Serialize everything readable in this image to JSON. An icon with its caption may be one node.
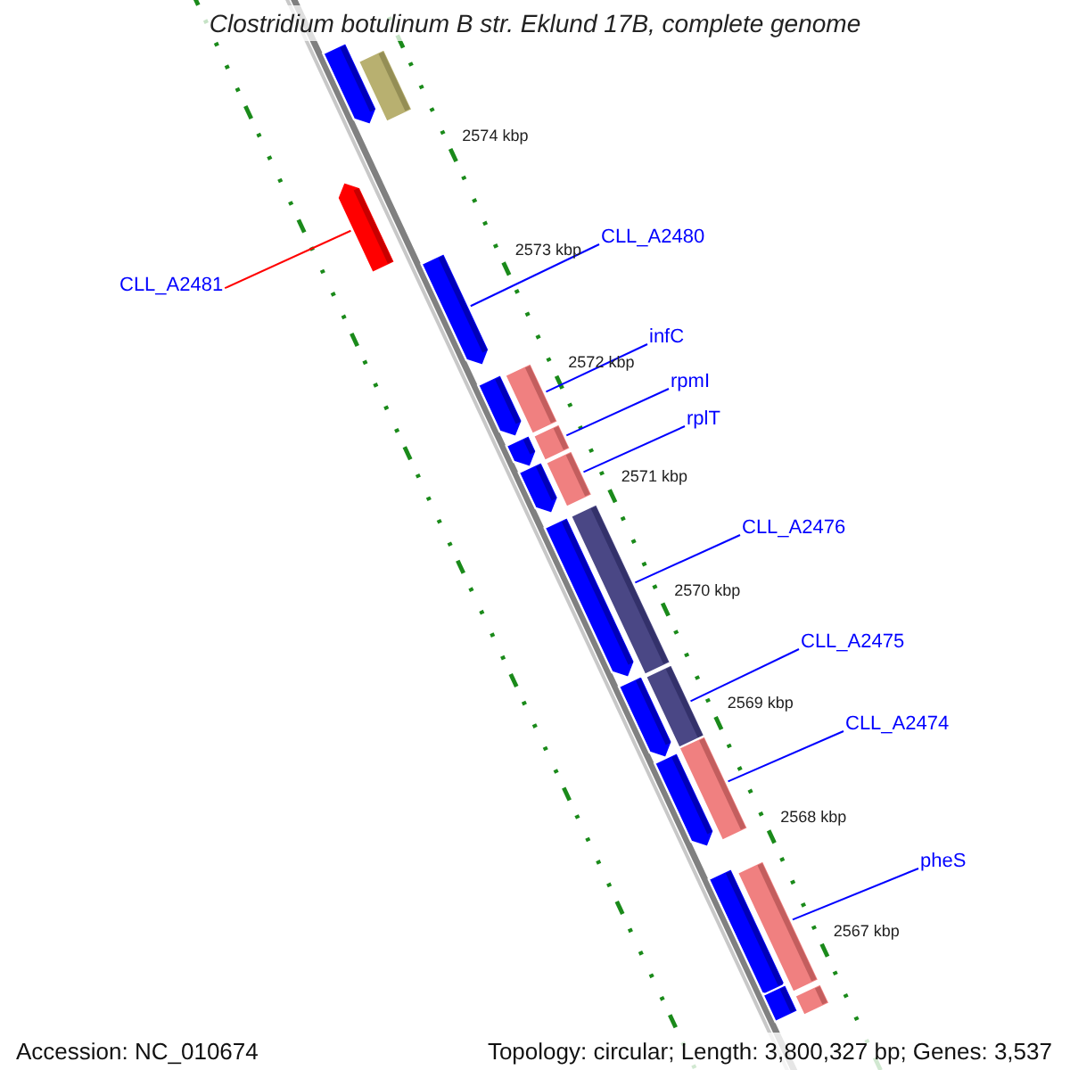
{
  "diagram": {
    "title": "Clostridium botulinum B str. Eklund 17B, complete genome",
    "nodes": [
      {
        "text": [
          "CLL_A2481"
        ]
      },
      {
        "text": [
          "CLL_A2480"
        ]
      },
      {
        "text": [
          "infC"
        ]
      },
      {
        "text": [
          "rpmI"
        ]
      },
      {
        "text": [
          "rplT"
        ]
      },
      {
        "text": [
          "CLL_A2476"
        ]
      },
      {
        "text": [
          "CLL_A2475"
        ]
      },
      {
        "text": [
          "CLL_A2474"
        ]
      },
      {
        "text": [
          "pheS"
        ]
      },
      {
        "text": [],
        "shape": "bar"
      },
      {
        "text": [],
        "shape": "bar"
      },
      {
        "text": [],
        "shape": "bar"
      },
      {
        "text": [],
        "shape": "bar"
      },
      {
        "text": [],
        "shape": "bar"
      },
      {
        "text": [],
        "shape": "bar"
      },
      {
        "text": [],
        "shape": "bar"
      },
      {
        "text": [],
        "shape": "bar"
      },
      {
        "text": [],
        "shape": "bar"
      },
      {
        "text": [],
        "shape": "bar"
      },
      {
        "text": [],
        "shape": "bar"
      },
      {
        "text": [],
        "shape": "bar"
      },
      {
        "text": [],
        "shape": "bar"
      },
      {
        "text": [],
        "shape": "bar"
      },
      {
        "text": [],
        "shape": "bar"
      },
      {
        "text": [],
        "shape": "bar"
      },
      {
        "text": [],
        "shape": "bar"
      },
      {
        "text": [],
        "shape": "bar"
      },
      {
        "text": [],
        "shape": "bar"
      },
      {
        "text": [],
        "shape": "bar"
      }
    ],
    "edges": [
      {
        "from": 0,
        "to": 11,
        "arrow": "none",
        "color": "#ff0000"
      },
      {
        "from": 1,
        "to": 12,
        "arrow": "none"
      },
      {
        "from": 2,
        "to": 13,
        "arrow": "none"
      },
      {
        "from": 3,
        "to": 15,
        "arrow": "none"
      },
      {
        "from": 4,
        "to": 17,
        "arrow": "none"
      },
      {
        "from": 5,
        "to": 19,
        "arrow": "none"
      },
      {
        "from": 6,
        "to": 21,
        "arrow": "none"
      },
      {
        "from": 7,
        "to": 23,
        "arrow": "none"
      },
      {
        "from": 8,
        "to": 25,
        "arrow": "none"
      }
    ],
    "labels": [
      "2574 kbp",
      "2573 kbp",
      "2572 kbp",
      "2571 kbp",
      "2570 kbp",
      "2569 kbp",
      "2568 kbp",
      "2567 kbp",
      "Accession: NC_010674",
      "Topology: circular; Length: 3,800,327 bp; Genes: 3,537"
    ]
  }
}
